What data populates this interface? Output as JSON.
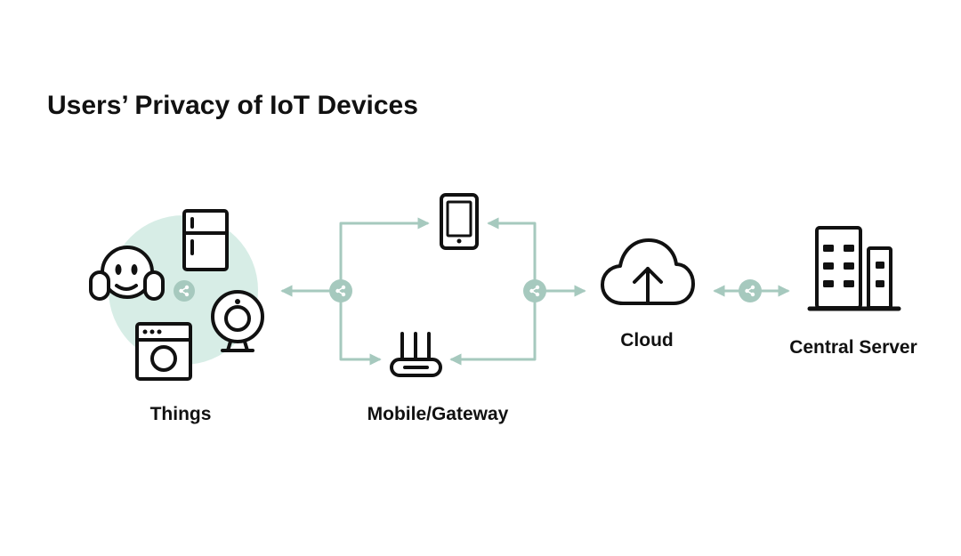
{
  "title": "Users’ Privacy of IoT Devices",
  "colors": {
    "flow": "#a6c9be",
    "hub": "#a6c9be",
    "blob": "#d7ede6",
    "ink": "#111111",
    "background": "#ffffff"
  },
  "nodes": {
    "things": {
      "label": "Things",
      "icons": [
        "headphones-face-icon",
        "fridge-icon",
        "webcam-icon",
        "washing-machine-icon"
      ]
    },
    "gateway": {
      "label": "Mobile/Gateway",
      "icons": [
        "smartphone-icon",
        "router-icon"
      ]
    },
    "cloud": {
      "label": "Cloud",
      "icons": [
        "cloud-upload-icon"
      ]
    },
    "server": {
      "label": "Central Server",
      "icons": [
        "buildings-icon"
      ]
    }
  },
  "hub_icon": "share-nodes-icon",
  "arrows": [
    {
      "from": "gateway",
      "to": "things"
    },
    {
      "from": "gateway",
      "to": "smartphone"
    },
    {
      "from": "gateway",
      "to": "router"
    },
    {
      "from": "cloud",
      "to": "smartphone"
    },
    {
      "from": "cloud",
      "to": "router"
    },
    {
      "from": "gateway",
      "to": "cloud"
    },
    {
      "from": "cloud",
      "to": "server",
      "bidirectional": true
    }
  ]
}
